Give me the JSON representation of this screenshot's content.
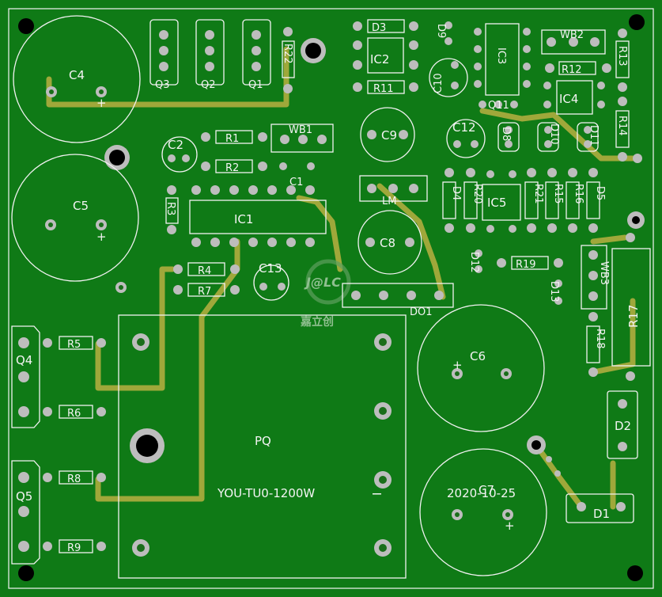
{
  "board": {
    "background": "#0f7a16",
    "border": "#f4f4f4",
    "trace_color": "#9fa83a"
  },
  "transformer": {
    "ref": "PQ",
    "model": "YOU-TU0-1200W"
  },
  "date_text": "2020-10-25",
  "logo": {
    "text": "J@LC",
    "subtext": "嘉立创"
  },
  "labels": {
    "c4": "C4",
    "c5": "C5",
    "c2": "C2",
    "c1": "C1",
    "c13": "C13",
    "c9": "C9",
    "c8": "C8",
    "c12": "C12",
    "c10": "C10",
    "c6": "C6",
    "c7": "C7",
    "q1": "Q1",
    "q2": "Q2",
    "q3": "Q3",
    "q4": "Q4",
    "q5": "Q5",
    "q11": "Q11",
    "r1": "R1",
    "r2": "R2",
    "r3": "R3",
    "r4": "R4",
    "r5": "R5",
    "r6": "R6",
    "r7": "R7",
    "r8": "R8",
    "r9": "R9",
    "r11": "R11",
    "r12": "R12",
    "r13": "R13",
    "r14": "R14",
    "r15": "R15",
    "r16": "R16",
    "r17": "R17",
    "r18": "R18",
    "r19": "R19",
    "r20": "R20",
    "r21": "R21",
    "r22": "R22",
    "d1": "D1",
    "d2": "D2",
    "d3": "D3",
    "d4": "D4",
    "d5": "D5",
    "d8": "D8",
    "d9": "D9",
    "d10": "D10",
    "d11": "D11",
    "d12": "D12",
    "d13": "D13",
    "ic1": "IC1",
    "ic2": "IC2",
    "ic3": "IC3",
    "ic4": "IC4",
    "ic5": "IC5",
    "wb1": "WB1",
    "wb2": "WB2",
    "wb3": "WB3",
    "lm": "LM",
    "do1": "DO1"
  }
}
